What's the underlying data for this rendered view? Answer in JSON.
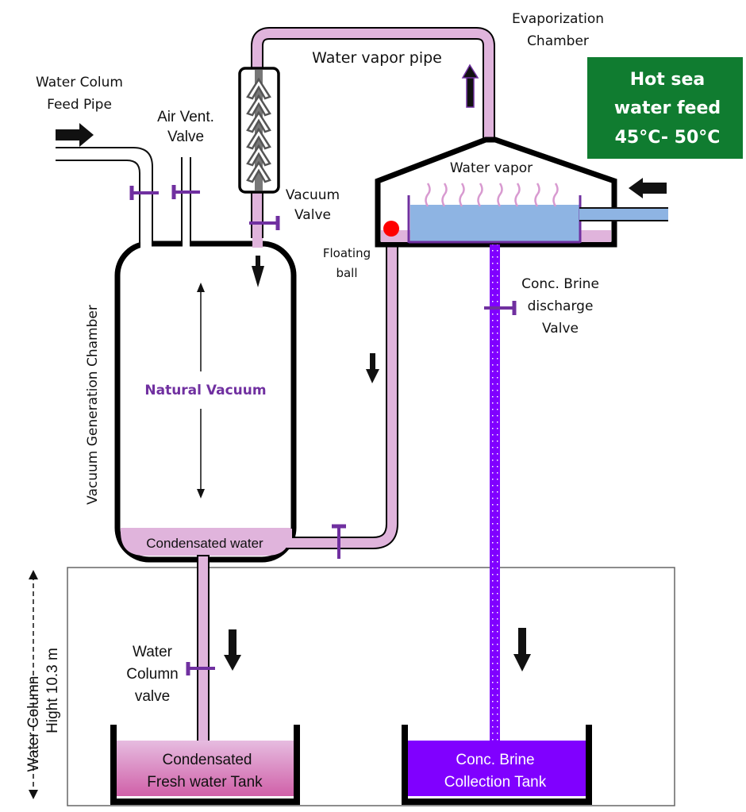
{
  "diagram": {
    "labels": {
      "feed_pipe": [
        "Water Colum",
        "Feed Pipe"
      ],
      "air_vent": [
        "Air Vent.",
        "Valve"
      ],
      "vacuum_valve": [
        "Vacuum",
        "Valve"
      ],
      "water_vapor_pipe": "Water vapor pipe",
      "evaporization_chamber": [
        "Evaporization",
        "Chamber"
      ],
      "hot_feed": [
        "Hot sea",
        "water feed",
        "45°C- 50°C"
      ],
      "water_vapor": "Water vapor",
      "floating_ball": [
        "Floating",
        "ball"
      ],
      "brine_valve": [
        "Conc. Brine",
        "discharge",
        "Valve"
      ],
      "vacuum_chamber": "Vacuum Generation Chamber",
      "natural_vacuum": "Natural Vacuum",
      "condensated_water": "Condensated water",
      "water_column_valve": [
        "Water",
        "Column",
        "valve"
      ],
      "water_column_height": [
        "Water Column",
        "Hight 10.3 m"
      ],
      "fresh_tank": [
        "Condensated",
        "Fresh water Tank"
      ],
      "brine_tank": [
        "Conc. Brine",
        "Collection Tank"
      ]
    },
    "colors": {
      "pipe_pink": "#e0b4dc",
      "valve_purple": "#7030a0",
      "brine_purple": "#8000ff",
      "sea_water_blue": "#8eb4e3",
      "feed_green": "#107c30",
      "ball_red": "#ff0000"
    }
  }
}
